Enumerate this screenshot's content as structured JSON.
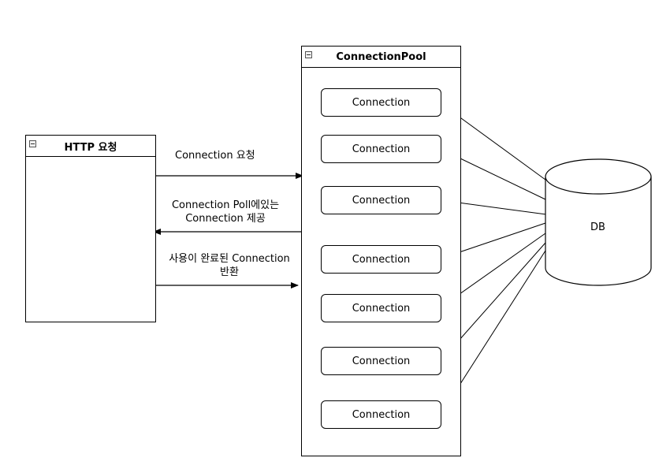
{
  "http_box": {
    "title": "HTTP 요청"
  },
  "pool_box": {
    "title": "ConnectionPool",
    "connections": [
      "Connection",
      "Connection",
      "Connection",
      "Connection",
      "Connection",
      "Connection",
      "Connection"
    ]
  },
  "db": {
    "label": "DB"
  },
  "edges": {
    "request": "Connection 요청",
    "provide_line1": "Connection Poll에있는",
    "provide_line2": "Connection 제공",
    "return_line1": "사용이 완료된 Connection",
    "return_line2": "반환"
  }
}
